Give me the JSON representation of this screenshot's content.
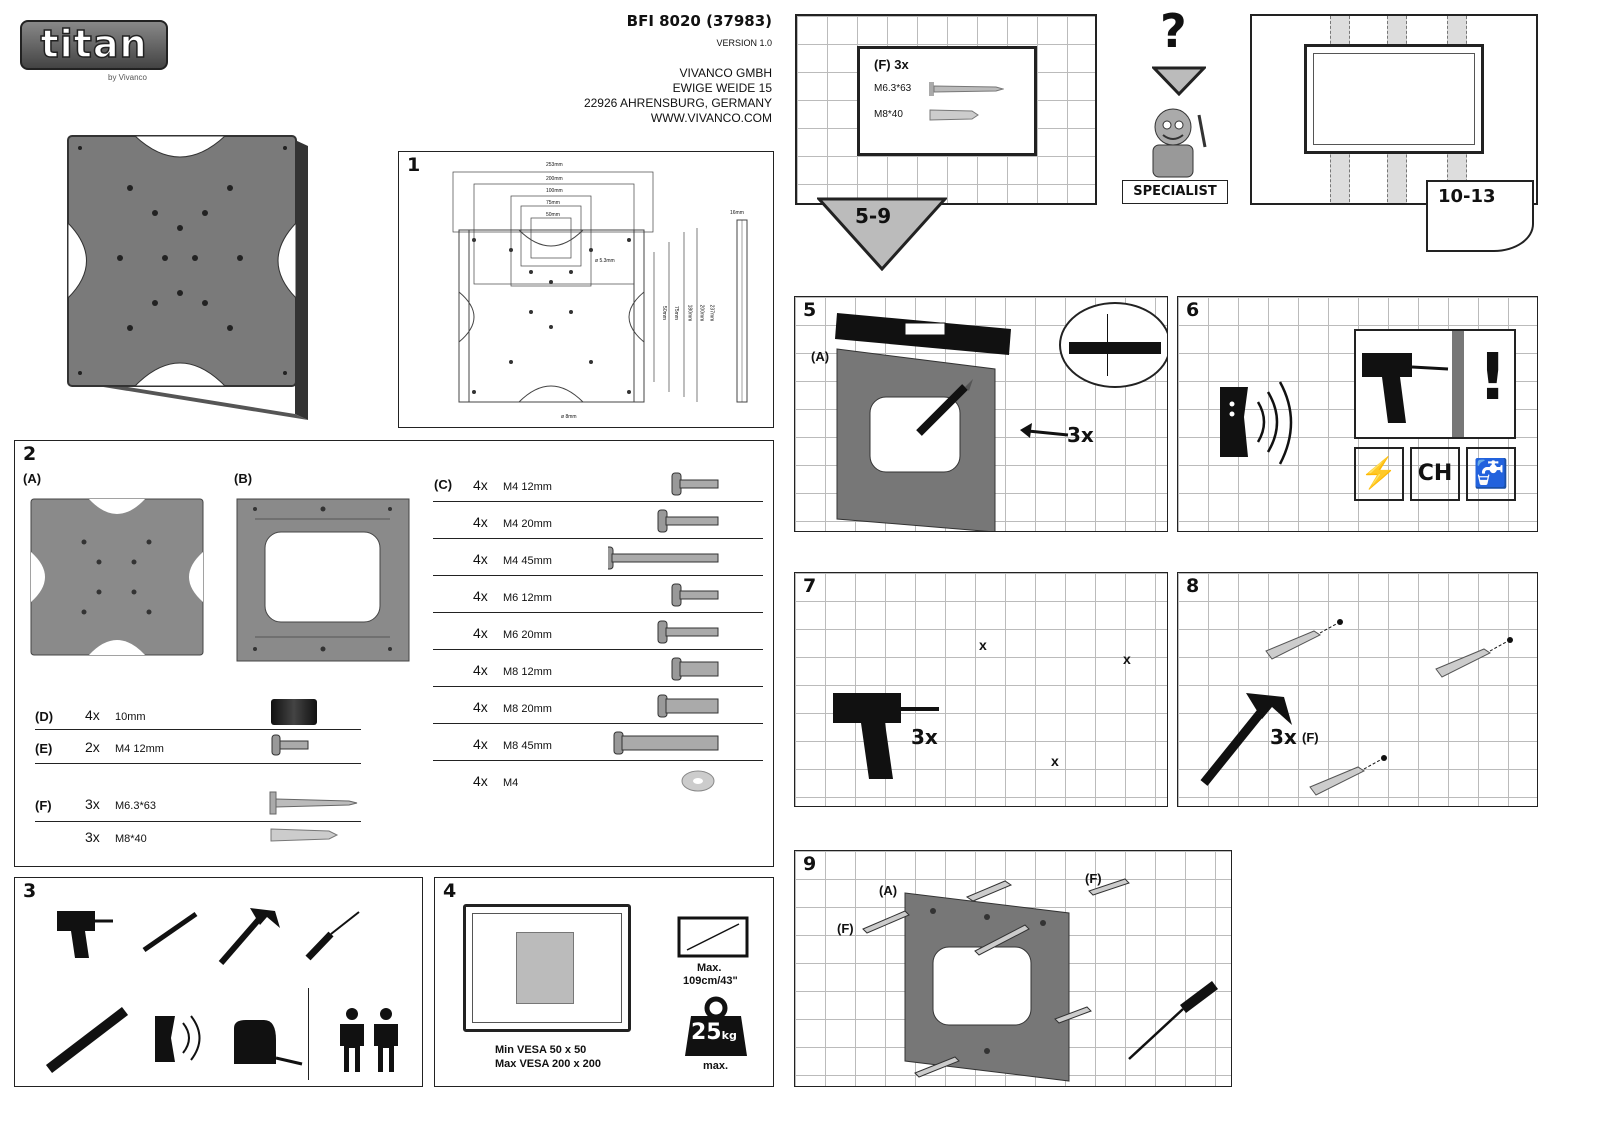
{
  "brand": {
    "logo": "titan",
    "sub": "by Vivanco"
  },
  "header": {
    "model": "BFI 8020 (37983)",
    "version": "VERSION 1.0",
    "address": [
      "VIVANCO GMBH",
      "EWIGE WEIDE 15",
      "22926 AHRENSBURG, GERMANY",
      "WWW.VIVANCO.COM"
    ]
  },
  "step1": {
    "num": "1",
    "dims": [
      "253mm",
      "200mm",
      "100mm",
      "75mm",
      "50mm",
      "ø 5.3mm",
      "ø 8mm",
      "16mm",
      "50mm",
      "75mm",
      "180mm",
      "200mm",
      "237mm"
    ]
  },
  "step2": {
    "num": "2",
    "a": "(A)",
    "b": "(B)",
    "c": "(C)",
    "d": "(D)",
    "e": "(E)",
    "f": "(F)",
    "c_items": [
      {
        "qty": "4x",
        "name": "M4 12mm"
      },
      {
        "qty": "4x",
        "name": "M4 20mm"
      },
      {
        "qty": "4x",
        "name": "M4 45mm"
      },
      {
        "qty": "4x",
        "name": "M6 12mm"
      },
      {
        "qty": "4x",
        "name": "M6 20mm"
      },
      {
        "qty": "4x",
        "name": "M8 12mm"
      },
      {
        "qty": "4x",
        "name": "M8 20mm"
      },
      {
        "qty": "4x",
        "name": "M8 45mm"
      },
      {
        "qty": "4x",
        "name": "M4"
      }
    ],
    "d_item": {
      "qty": "4x",
      "name": "10mm"
    },
    "e_item": {
      "qty": "2x",
      "name": "M4 12mm"
    },
    "f_items": [
      {
        "qty": "3x",
        "name": "M6.3*63"
      },
      {
        "qty": "3x",
        "name": "M8*40"
      }
    ]
  },
  "step3": {
    "num": "3"
  },
  "step4": {
    "num": "4",
    "max_size": "Max.",
    "max_size2": "109cm/43\"",
    "weight": "25",
    "weight_unit": "kg",
    "weight_max": "max.",
    "vesa_min": "Min VESA  50 x 50",
    "vesa_max": "Max VESA 200 x 200"
  },
  "top_right": {
    "f_label": "(F) 3x",
    "f1": "M6.3*63",
    "f2": "M8*40",
    "range1": "5-9",
    "question": "?",
    "specialist": "SPECIALIST",
    "range2": "10-13"
  },
  "step5": {
    "num": "5",
    "a": "(A)",
    "count": "3x"
  },
  "step6": {
    "num": "6",
    "ch": "CH",
    "excl": "!"
  },
  "step7": {
    "num": "7",
    "count": "3x",
    "mark": "x"
  },
  "step8": {
    "num": "8",
    "count": "3x",
    "f": "(F)"
  },
  "step9": {
    "num": "9",
    "a": "(A)",
    "f": "(F)"
  }
}
